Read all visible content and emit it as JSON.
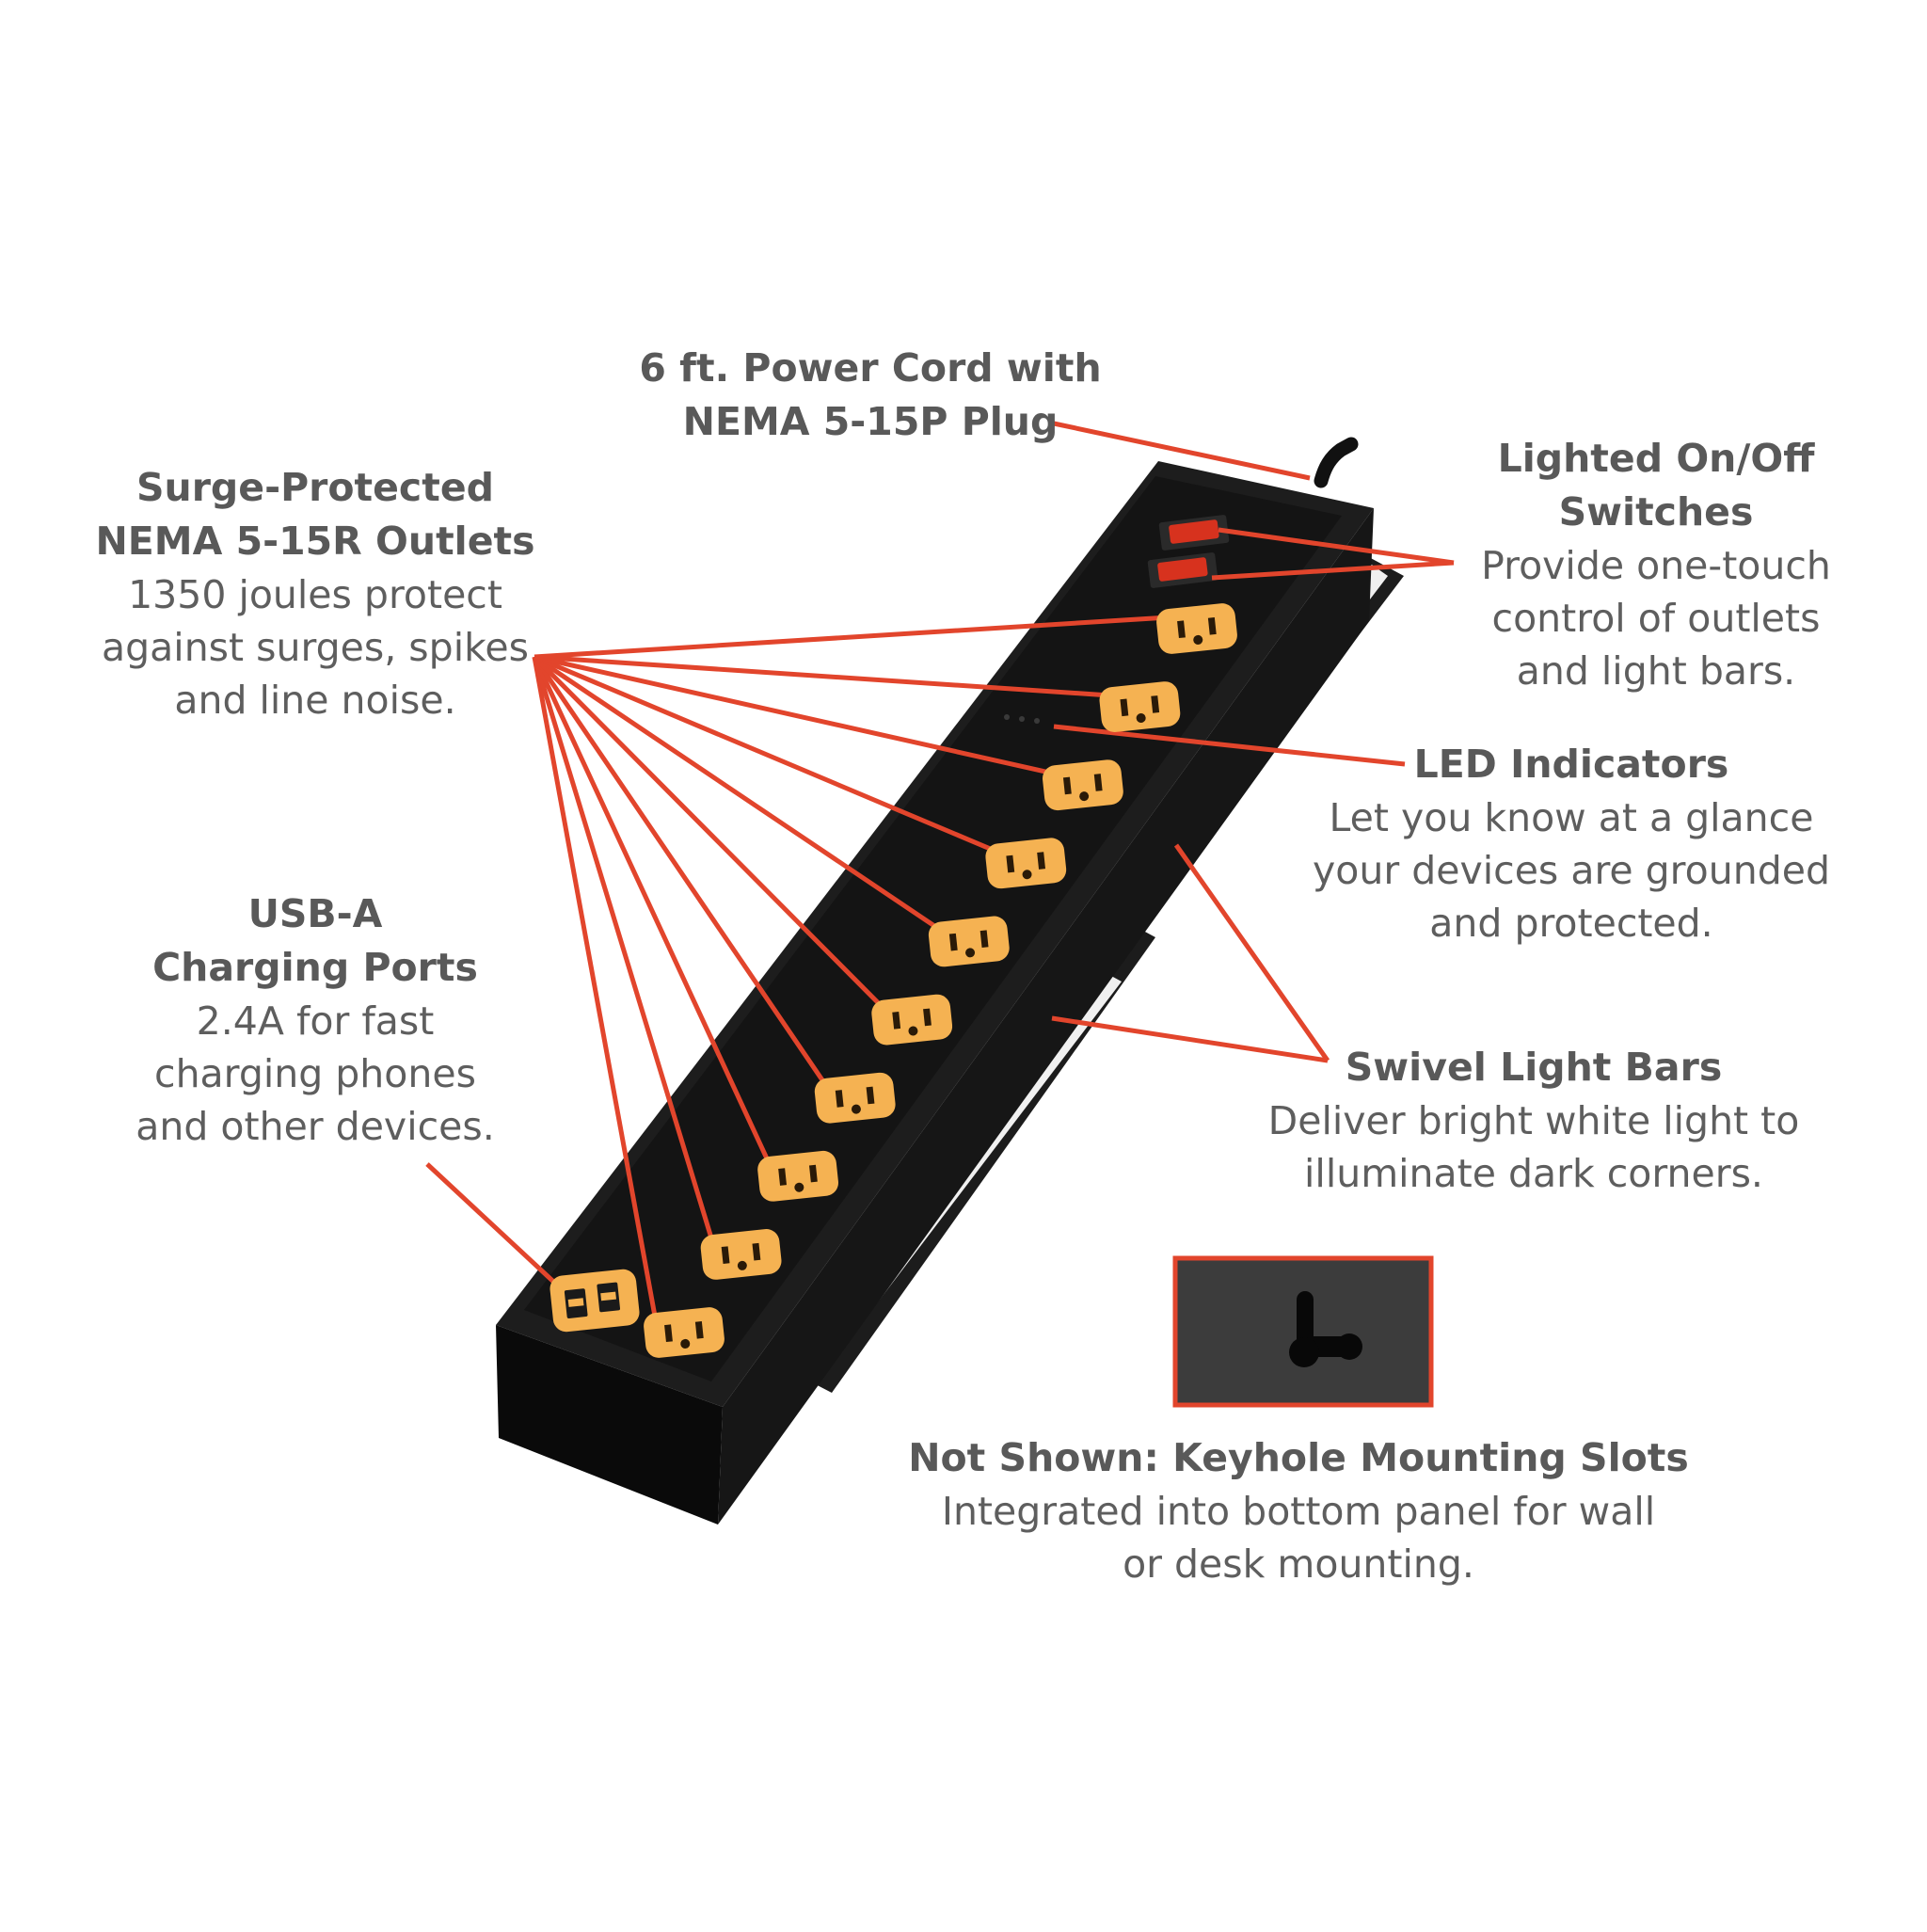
{
  "colors": {
    "background": "#ffffff",
    "callout_line": "#e2452c",
    "strip_body": "#1a1a1a",
    "outlet": "#f5b252",
    "switch_light": "#d7321e",
    "light_bar": "#eeeeee",
    "text_heading": "#595959",
    "text_body": "#5e5e5e"
  },
  "callouts": {
    "power_cord": {
      "heading_lines": [
        "6 ft. Power Cord with",
        "NEMA 5-15P Plug"
      ],
      "body_lines": []
    },
    "switches": {
      "heading_lines": [
        "Lighted On/Off",
        "Switches"
      ],
      "body_lines": [
        "Provide one-touch",
        "control of outlets",
        "and light bars."
      ]
    },
    "outlets": {
      "heading_lines": [
        "Surge-Protected",
        "NEMA 5-15R Outlets"
      ],
      "body_lines": [
        "1350 joules protect",
        "against surges, spikes",
        "and line noise."
      ]
    },
    "led": {
      "heading_lines": [
        "LED Indicators"
      ],
      "body_lines": [
        "Let you know at a glance",
        "your devices are grounded",
        "and protected."
      ]
    },
    "usb": {
      "heading_lines": [
        "USB-A",
        "Charging Ports"
      ],
      "body_lines": [
        "2.4A for fast",
        "charging phones",
        "and other devices."
      ]
    },
    "light_bars": {
      "heading_lines": [
        "Swivel Light Bars"
      ],
      "body_lines": [
        "Deliver bright white light to",
        "illuminate dark corners."
      ]
    },
    "keyhole": {
      "heading_lines": [
        "Not Shown: Keyhole Mounting Slots"
      ],
      "body_lines": [
        "Integrated into bottom panel for wall",
        "or desk mounting."
      ]
    }
  },
  "product": {
    "outlet_count": 10,
    "usb_port_count": 2,
    "switch_count": 2,
    "led_indicator_count": 3,
    "light_bar_count": 2
  },
  "inset": {
    "icon": "keyhole-slot-icon"
  }
}
